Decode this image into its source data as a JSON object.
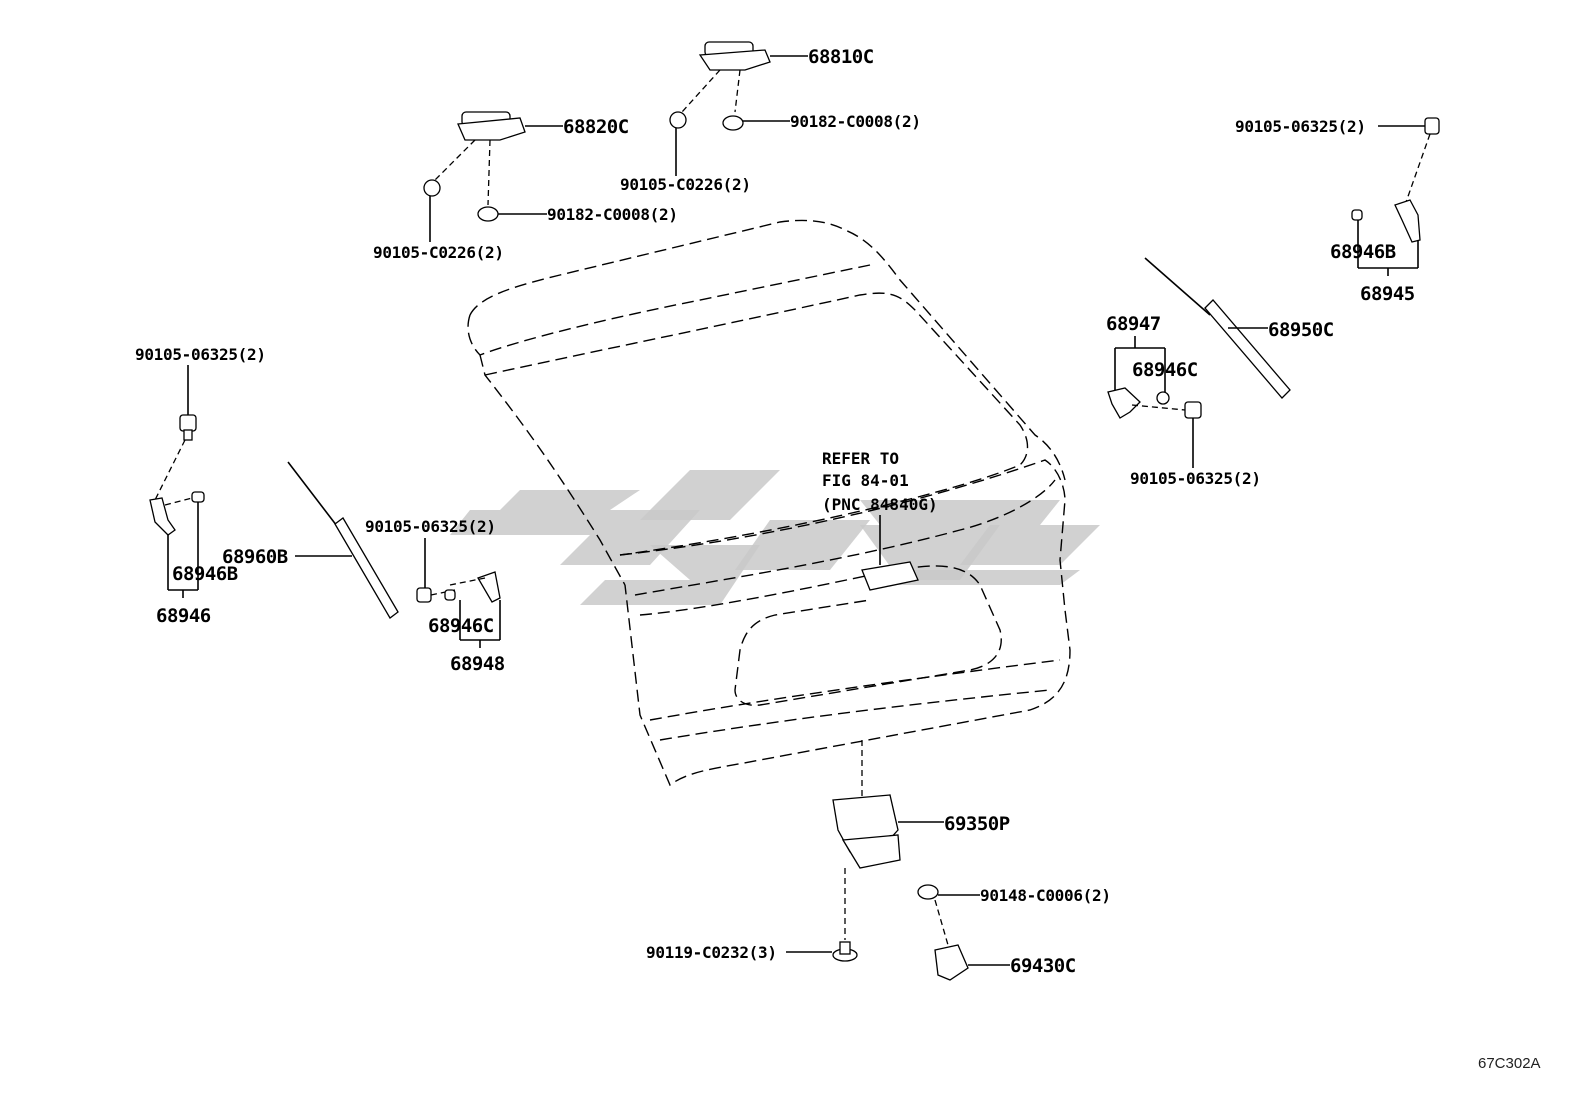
{
  "labels": {
    "p68810C": "68810C",
    "p68820C": "68820C",
    "p90182_top": "90182-C0008(2)",
    "p90105_c0226_top": "90105-C0226(2)",
    "p90182_left": "90182-C0008(2)",
    "p90105_c0226_left": "90105-C0226(2)",
    "p90105_06325_tr": "90105-06325(2)",
    "p68946B_right": "68946B",
    "p68945": "68945",
    "p68950C": "68950C",
    "p68947": "68947",
    "p68946C_right": "68946C",
    "p90105_06325_r2": "90105-06325(2)",
    "p90105_06325_left": "90105-06325(2)",
    "p68960B": "68960B",
    "p68946B_left": "68946B",
    "p68946": "68946",
    "p90105_06325_mid": "90105-06325(2)",
    "p68946C_left": "68946C",
    "p68948": "68948",
    "refer_line1": "REFER TO",
    "refer_line2": "FIG 84-01",
    "refer_line3": "(PNC 84840G)",
    "p69350P": "69350P",
    "p90148": "90148-C0006(2)",
    "p90119": "90119-C0232(3)",
    "p69430C": "69430C",
    "figure_code": "67C302A"
  },
  "colors": {
    "line": "#000000",
    "watermark": "#c9c9c9",
    "background": "#ffffff"
  }
}
